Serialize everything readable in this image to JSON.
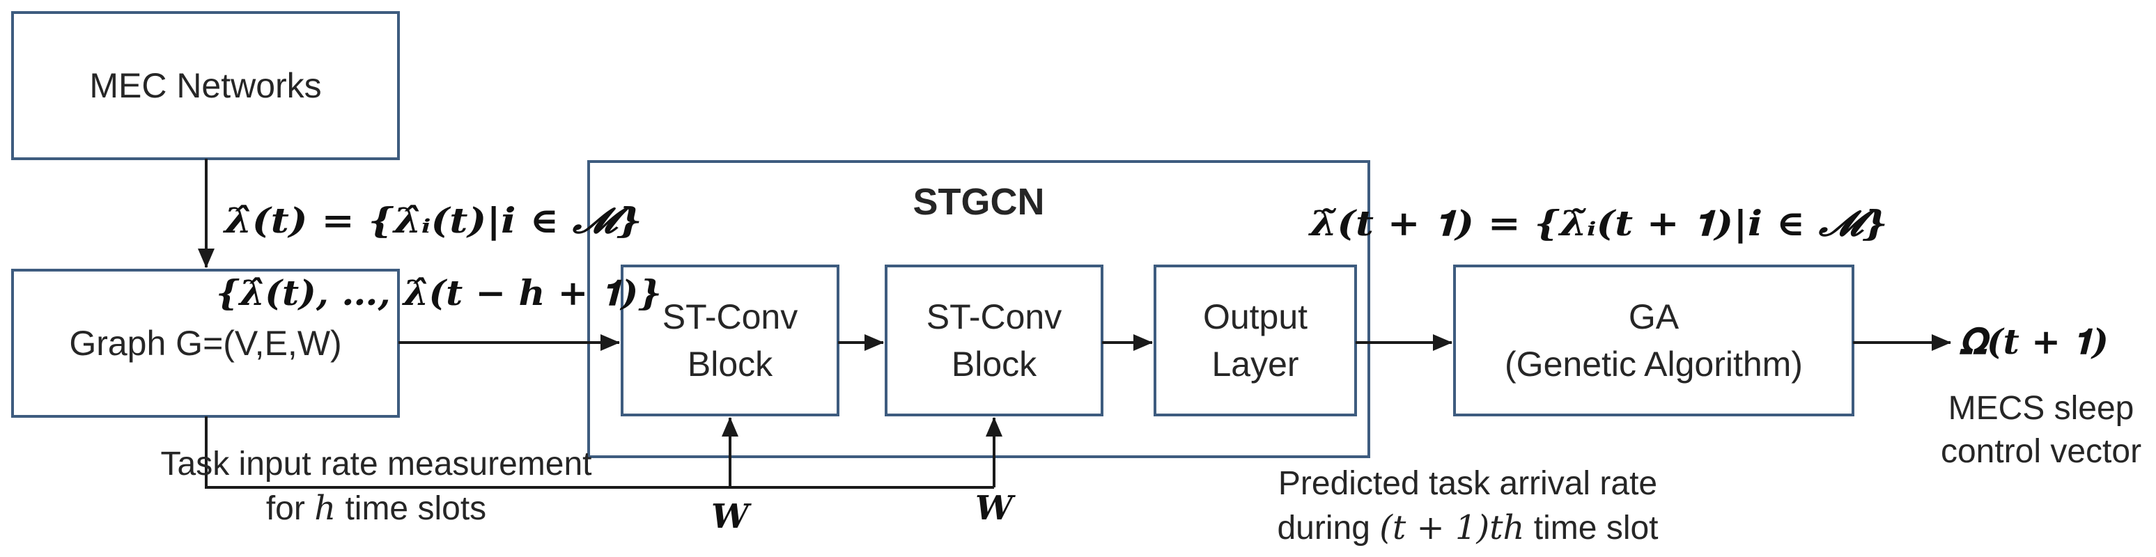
{
  "nodes": {
    "mec_networks": "MEC Networks",
    "graph": "Graph G=(V,E,W)",
    "stgcn_title": "STGCN",
    "stconv1_line1": "ST-Conv",
    "stconv1_line2": "Block",
    "stconv2_line1": "ST-Conv",
    "stconv2_line2": "Block",
    "output_line1": "Output",
    "output_line2": "Layer",
    "ga_line1": "GA",
    "ga_line2": "(Genetic Algorithm)"
  },
  "formulas": {
    "lambda_t": "λ̂(𝒕) = {λ̂ᵢ(𝒕)|𝒊 ∈ 𝓜}",
    "lambda_seq": "{λ̂(𝒕), …, λ̂(𝒕 − 𝒉 + 𝟏)}",
    "lambda_pred": "λ̃(𝒕 + 𝟏) = {λ̃ᵢ(𝒕 + 𝟏)|𝒊 ∈ 𝓜}",
    "omega": "𝛀(𝒕 + 𝟏)",
    "w1": "𝑾",
    "w2": "𝑾"
  },
  "labels": {
    "task_input_line1": "Task input rate measurement",
    "task_input_line2_pre": "for ",
    "task_input_line2_var": "h",
    "task_input_line2_post": " time slots",
    "predicted_line1": "Predicted task arrival rate",
    "predicted_line2_pre": "during ",
    "predicted_line2_var": "(t + 1)th",
    "predicted_line2_post": " time slot",
    "mecs_line1": "MECS sleep",
    "mecs_line2": "control vector"
  },
  "colors": {
    "box_border": "#3e5c7f",
    "arrow": "#1a1a1a",
    "text": "#262626"
  }
}
